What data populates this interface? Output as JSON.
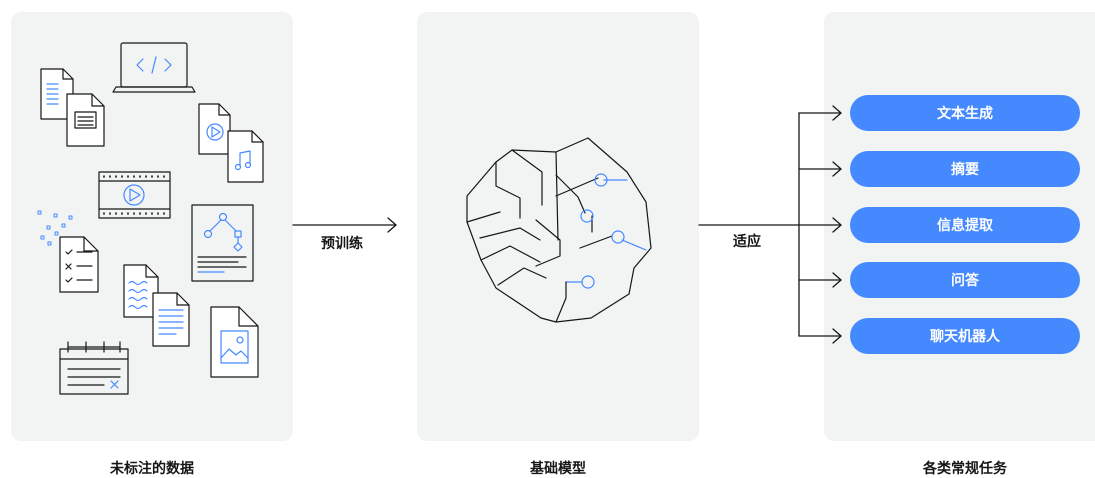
{
  "panels": {
    "data_caption": "未标注的数据",
    "model_caption": "基础模型",
    "tasks_caption": "各类常规任务"
  },
  "edges": {
    "pretrain_label": "预训练",
    "adapt_label": "适应"
  },
  "tasks": [
    {
      "label": "文本生成"
    },
    {
      "label": "摘要"
    },
    {
      "label": "信息提取"
    },
    {
      "label": "问答"
    },
    {
      "label": "聊天机器人"
    }
  ],
  "colors": {
    "panel_bg": "#f2f4f4",
    "pill_bg": "#4589ff",
    "icon_stroke": "#161616",
    "accent": "#4589ff"
  }
}
